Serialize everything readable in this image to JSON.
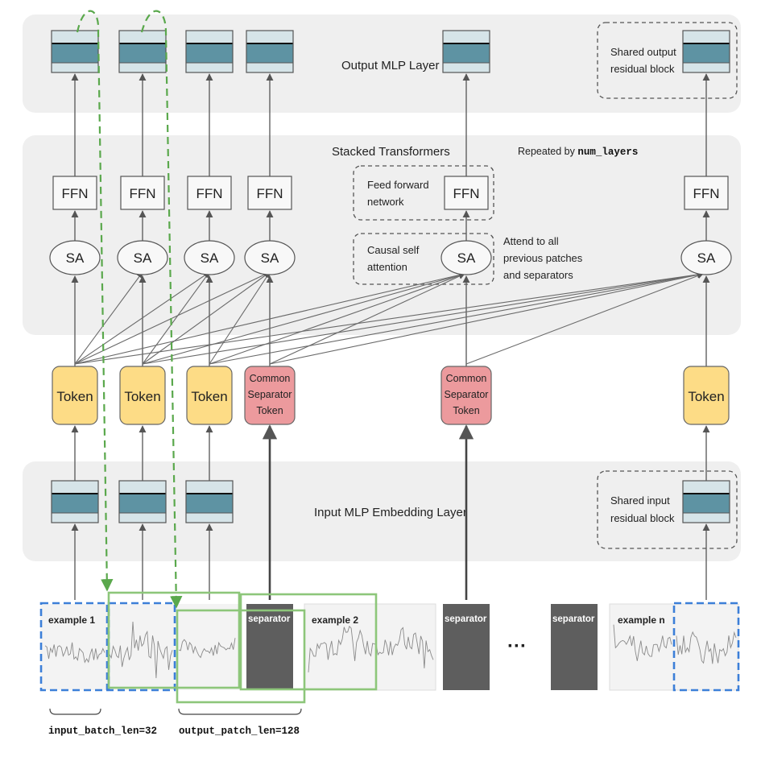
{
  "layers": {
    "output": "Output MLP Layer",
    "transformers": "Stacked Transformers",
    "repeated_prefix": "Repeated by ",
    "repeated_code": "num_layers",
    "input": "Input MLP Embedding Layer"
  },
  "callouts": {
    "shared_output": [
      "Shared output",
      "residual block"
    ],
    "feed_forward": [
      "Feed forward",
      "network"
    ],
    "causal": [
      "Causal self",
      "attention"
    ],
    "attend": [
      "Attend to all",
      "previous patches",
      "and separators"
    ],
    "shared_input": [
      "Shared input",
      "residual block"
    ]
  },
  "ffn_label": "FFN",
  "sa_label": "SA",
  "token_label": "Token",
  "separator_token_label": [
    "Common",
    "Separator",
    "Token"
  ],
  "strip": {
    "example1": "example 1",
    "example2": "example 2",
    "examplen": "example n",
    "separator": "separator",
    "ellipsis": "···"
  },
  "dims": {
    "input_batch_len": "input_batch_len=32",
    "output_patch_len": "output_patch_len=128"
  },
  "colors": {
    "panel": "#efefef",
    "mlp_light": "#d6e4e8",
    "mlp_dark": "#5e93a3",
    "token": "#fddc86",
    "separator_token": "#ec9a9d",
    "separator_block": "#5e5e5e",
    "blue_dashed": "#3c7fd8",
    "green": "#8dc67a",
    "green_dashed": "#5aa84c"
  }
}
